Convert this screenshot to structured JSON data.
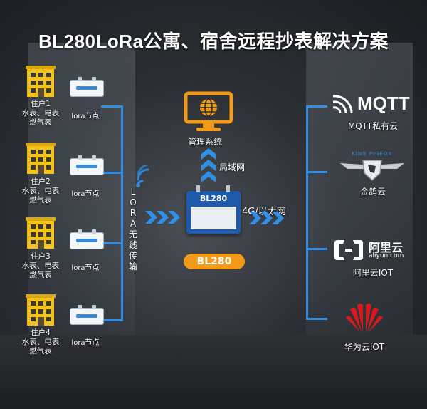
{
  "title": "BL280LoRa公寓、宿舍远程抄表解决方案",
  "residents": [
    {
      "name": "住户1",
      "meters_line1": "水表、电表",
      "meters_line2": "燃气表",
      "node": "lora节点"
    },
    {
      "name": "住户2",
      "meters_line1": "水表、电表",
      "meters_line2": "燃气表",
      "node": "lora节点"
    },
    {
      "name": "住户3",
      "meters_line1": "水表、电表",
      "meters_line2": "燃气表",
      "node": "lora节点"
    },
    {
      "name": "住户4",
      "meters_line1": "水表、电表",
      "meters_line2": "燃气表",
      "node": "lora节点"
    }
  ],
  "lora_link": [
    "L",
    "O",
    "R",
    "A",
    "无",
    "线",
    "传",
    "输"
  ],
  "gateway": {
    "name": "BL280",
    "device_brand": "BL280"
  },
  "management": {
    "label": "管理系统",
    "link": "局域网"
  },
  "uplink": "4G/以太网",
  "clouds": [
    {
      "logo": "MQTT",
      "label": "MQTT私有云",
      "icon": "mqtt-logo-icon"
    },
    {
      "logo": "KING PIGEON",
      "label": "金鸽云",
      "icon": "king-pigeon-logo-icon"
    },
    {
      "logo": "阿里云",
      "logo_sub": "aliyun.com",
      "label": "阿里云IOT",
      "icon": "aliyun-logo-icon"
    },
    {
      "label": "华为云IOT",
      "icon": "huawei-logo-icon"
    }
  ],
  "colors": {
    "line": "#2f8fe8",
    "accent": "#f39a1a",
    "building": "#f2c21b"
  }
}
